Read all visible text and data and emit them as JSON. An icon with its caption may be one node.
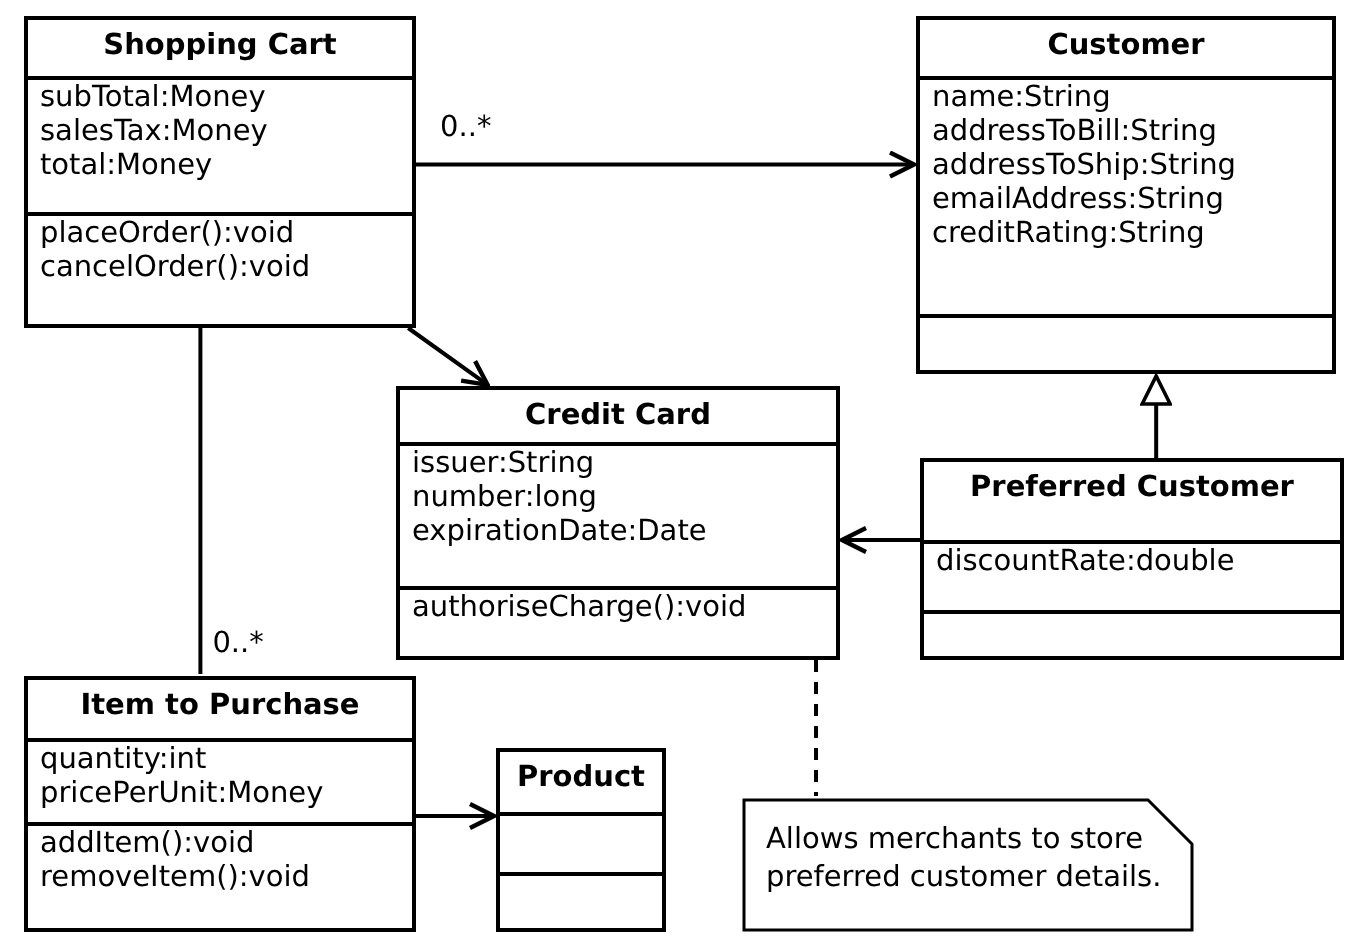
{
  "diagram": {
    "nodes": [
      {
        "text": [
          "Shopping Cart"
        ]
      },
      {
        "text": [
          "subTotal:Money",
          "salesTax:Money",
          "total:Money"
        ],
        "in": 0
      },
      {
        "text": [
          "placeOrder():void",
          "cancelOrder():void"
        ],
        "in": 0
      },
      {
        "text": [
          "Customer"
        ]
      },
      {
        "text": [
          "name:String",
          "addressToBill:String",
          "addressToShip:String",
          "emailAddress:String",
          "creditRating:String"
        ],
        "in": 3
      },
      {
        "text": [],
        "shape": "box",
        "in": 3
      },
      {
        "text": [
          "Credit Card"
        ]
      },
      {
        "text": [
          "issuer:String",
          "number:long",
          "expirationDate:Date"
        ],
        "in": 6
      },
      {
        "text": [
          "authoriseCharge():void"
        ],
        "in": 6
      },
      {
        "text": [
          "Preferred Customer"
        ]
      },
      {
        "text": [
          "discountRate:double"
        ],
        "in": 9
      },
      {
        "text": [],
        "shape": "box",
        "in": 9
      },
      {
        "text": [
          "Item to Purchase"
        ]
      },
      {
        "text": [
          "quantity:int",
          "pricePerUnit:Money"
        ],
        "in": 12
      },
      {
        "text": [
          "addItem():void",
          "removeItem():void"
        ],
        "in": 12
      },
      {
        "text": [
          "Product"
        ]
      },
      {
        "text": [],
        "shape": "box",
        "in": 15
      },
      {
        "text": [],
        "shape": "box",
        "in": 15
      },
      {
        "text": [
          "Allows merchants to store preferred customer details."
        ]
      }
    ],
    "edges": [
      {
        "from": 0,
        "to": 3,
        "arrow": "to",
        "label": "0..*"
      },
      {
        "from": 0,
        "to": 6,
        "arrow": "to"
      },
      {
        "from": 0,
        "to": 12,
        "arrow": "none",
        "label": "0..*"
      },
      {
        "from": 12,
        "to": 15,
        "arrow": "to"
      },
      {
        "from": 9,
        "to": 3,
        "arrow": "to"
      },
      {
        "from": 9,
        "to": 6,
        "arrow": "to"
      },
      {
        "from": 6,
        "to": 18,
        "arrow": "none",
        "style": "dashed"
      }
    ]
  }
}
